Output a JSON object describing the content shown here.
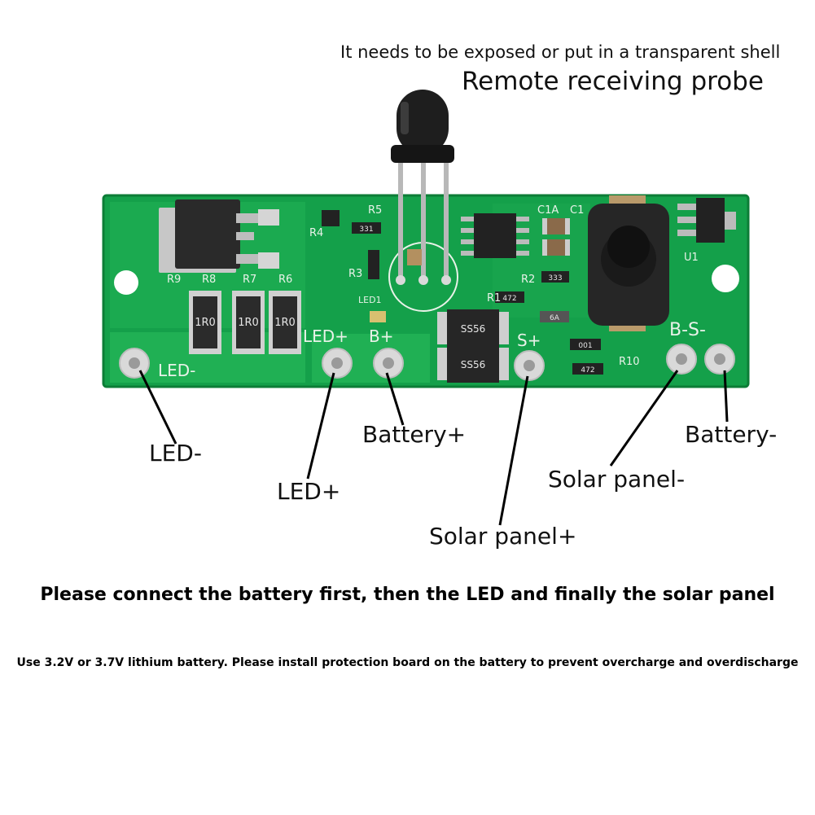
{
  "notes": {
    "exposure": "It needs to be exposed or put in a transparent shell",
    "probe": "Remote receiving probe"
  },
  "pins": {
    "led_minus": "LED-",
    "led_plus": "LED+",
    "battery_plus": "Battery+",
    "solar_plus": "Solar panel+",
    "solar_minus": "Solar panel-",
    "battery_minus": "Battery-"
  },
  "silkscreen": {
    "r9": "R9",
    "r8": "R8",
    "r7": "R7",
    "r6": "R6",
    "r4": "R4",
    "r5": "R5",
    "r3": "R3",
    "r2": "R2",
    "r1": "R1",
    "r10": "R10",
    "c1": "C1",
    "c1a": "C1A",
    "u1": "U1",
    "led1": "LED1",
    "res_1r0_a": "1R0",
    "res_1r0_b": "1R0",
    "res_1r0_c": "1R0",
    "diode_a": "SS56",
    "diode_b": "SS56",
    "pad_led_minus": "LED-",
    "pad_led_plus": "LED+",
    "pad_b_plus": "B+",
    "pad_s_plus": "S+",
    "pad_b_s_minus": "B-S-",
    "smd_331": "331",
    "smd_472a": "472",
    "smd_472b": "472",
    "smd_001": "001",
    "smd_333": "333",
    "smd_6a": "6A"
  },
  "instructions": {
    "connect_order": "Please connect the battery first, then the LED and finally the solar panel",
    "battery_note": "Use 3.2V or 3.7V lithium battery. Please install protection board on the battery to prevent overcharge and overdischarge"
  },
  "colors": {
    "pcb": "#14a04a",
    "pcb_dark": "#0d7d37",
    "copper": "#2bbf5e",
    "silk": "#e8f2e8",
    "pad": "#d9d9d9"
  }
}
